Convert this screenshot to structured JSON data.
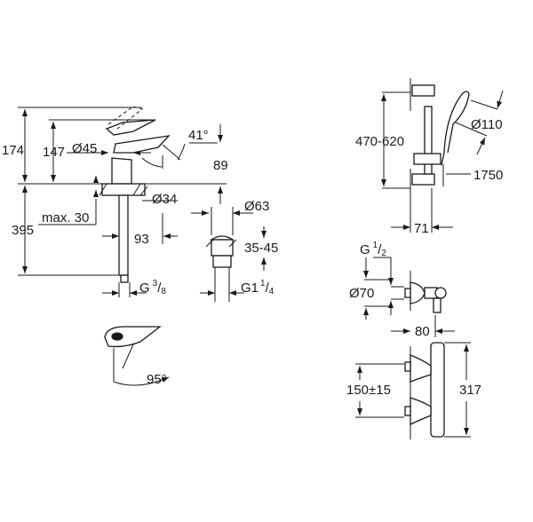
{
  "title": "Technical dimension drawing - basin mixer, shower rail set, thermostat",
  "colors": {
    "line": "#1a1a1a",
    "background": "#ffffff"
  },
  "basin_mixer": {
    "height_total": "174",
    "height_spout": "147",
    "diameter_body": "Ø45",
    "lever_angle": "41°",
    "spout_height": "89",
    "diameter_base": "Ø34",
    "max_thickness": "max. 30",
    "hose_length": "395",
    "projection": "93",
    "thread_main": "G",
    "thread_num": "3",
    "thread_den": "8",
    "rotation": "95°"
  },
  "waste": {
    "diameter": "Ø63",
    "thickness": "35-45",
    "thread_main": "G1",
    "thread_num": "1",
    "thread_den": "4"
  },
  "shower_rail": {
    "rail_range": "470-620",
    "head_diameter": "Ø110",
    "hose_length": "1750",
    "wall_distance": "71"
  },
  "thermostat": {
    "thread_main": "G",
    "thread_num": "1",
    "thread_den": "2",
    "diameter": "Ø70",
    "depth": "80",
    "centers": "150±15",
    "height": "317"
  }
}
